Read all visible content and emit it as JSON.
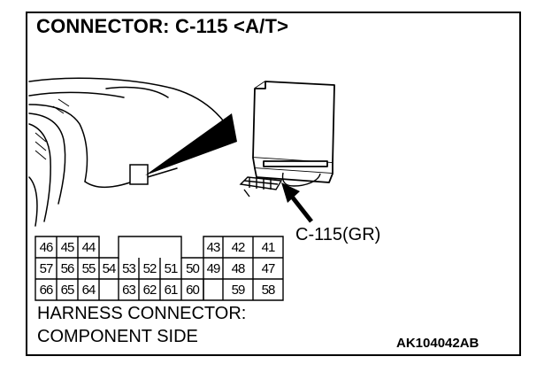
{
  "title": "CONNECTOR: C-115 <A/T>",
  "callout_label": "C-115(GR)",
  "connector_pins": {
    "row1": [
      "46",
      "45",
      "44",
      "43",
      "42",
      "41"
    ],
    "row2": [
      "57",
      "56",
      "55",
      "54",
      "53",
      "52",
      "51",
      "50",
      "49",
      "48",
      "47"
    ],
    "row3": [
      "66",
      "65",
      "64",
      "63",
      "62",
      "61",
      "60",
      "59",
      "58"
    ]
  },
  "caption": {
    "line1": "HARNESS CONNECTOR:",
    "line2": "COMPONENT SIDE"
  },
  "figure_code": "AK104042AB"
}
